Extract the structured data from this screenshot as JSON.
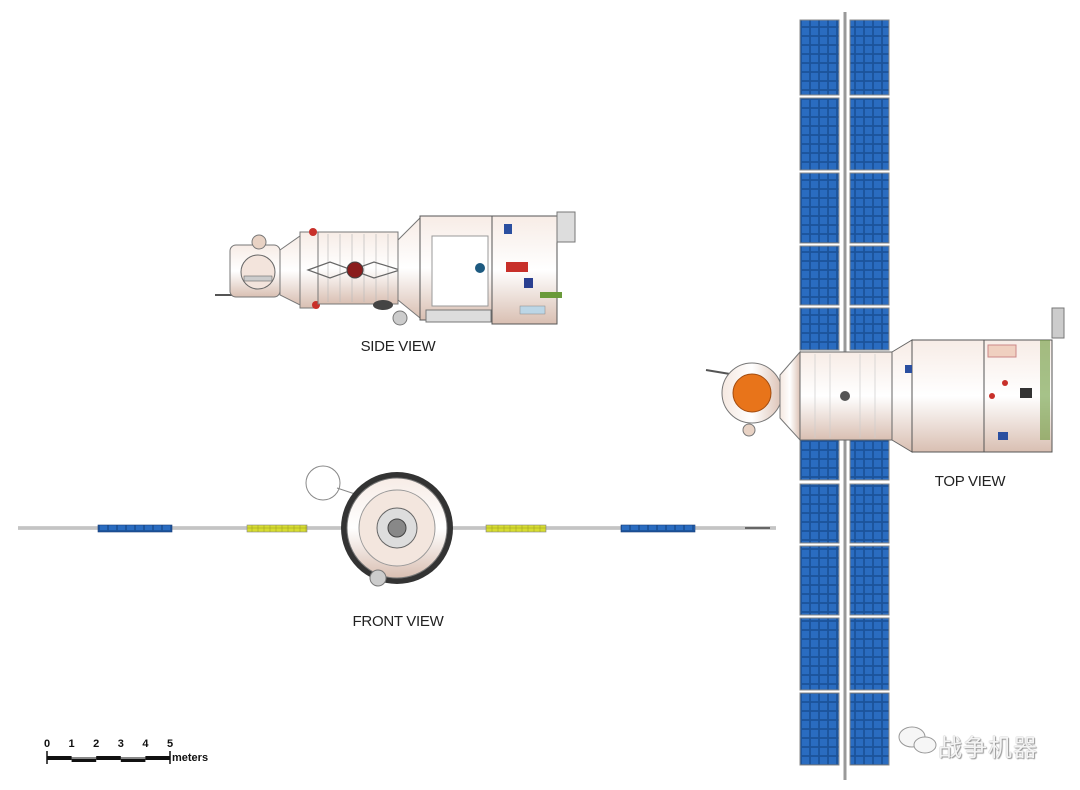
{
  "labels": {
    "side_view": "SIDE VIEW",
    "front_view": "FRONT VIEW",
    "top_view": "TOP VIEW"
  },
  "scale_bar": {
    "ticks": [
      "0",
      "1",
      "2",
      "3",
      "4",
      "5"
    ],
    "unit": "meters"
  },
  "watermark": {
    "text": "战争机器",
    "icon": "wechat-icon"
  },
  "colors": {
    "hull": "#eedcd2",
    "solar_blue": "#1f5fb0",
    "solar_yellow": "#d6dc30",
    "hatch_orange": "#e8741a",
    "flag_red": "#c8302a"
  }
}
